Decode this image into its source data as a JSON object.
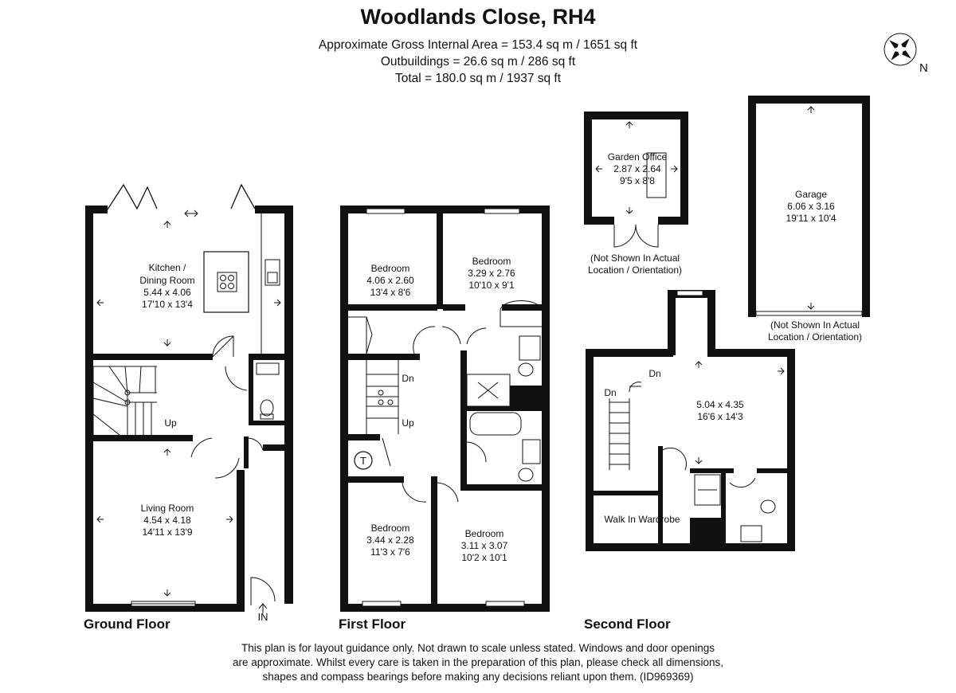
{
  "title": "Woodlands Close, RH4",
  "areas": [
    "Approximate Gross Internal Area = 153.4 sq m / 1651 sq ft",
    "Outbuildings = 26.6 sq m / 286 sq ft",
    "Total = 180.0 sq m / 1937 sq ft"
  ],
  "compass": {
    "label": "N",
    "icon": "compass-rose-icon"
  },
  "floors": {
    "ground": "Ground Floor",
    "first": "First Floor",
    "second": "Second Floor"
  },
  "rooms": {
    "kitchen": {
      "name1": "Kitchen /",
      "name2": "Dining Room",
      "metric": "5.44 x 4.06",
      "imperial": "17'10 x 13'4"
    },
    "living": {
      "name": "Living Room",
      "metric": "4.54 x 4.18",
      "imperial": "14'11 x 13'9"
    },
    "bed1": {
      "name": "Bedroom",
      "metric": "4.06 x 2.60",
      "imperial": "13'4 x 8'6"
    },
    "bed2": {
      "name": "Bedroom",
      "metric": "3.29 x 2.76",
      "imperial": "10'10 x 9'1"
    },
    "bed3": {
      "name": "Bedroom",
      "metric": "3.44 x 2.28",
      "imperial": "11'3 x 7'6"
    },
    "bed4": {
      "name": "Bedroom",
      "metric": "3.11 x 3.07",
      "imperial": "10'2 x 10'1"
    },
    "loft": {
      "metric": "5.04 x 4.35",
      "imperial": "16'6 x 14'3"
    },
    "wardrobe": {
      "name": "Walk In Wardrobe"
    },
    "garden_office": {
      "name": "Garden Office",
      "metric": "2.87 x 2.64",
      "imperial": "9'5 x 8'8"
    },
    "garage": {
      "name": "Garage",
      "metric": "6.06 x 3.16",
      "imperial": "19'11 x 10'4"
    }
  },
  "labels": {
    "up": "Up",
    "dn": "Dn",
    "in": "IN",
    "t": "T",
    "not_shown1": "(Not Shown In Actual",
    "not_shown2": "Location / Orientation)"
  },
  "disclaimer": [
    "This plan is for layout guidance only. Not drawn to scale unless stated. Windows and door openings",
    "are approximate. Whilst every care is taken in the preparation of this plan, please check all dimensions,",
    "shapes and compass bearings before making any decisions reliant upon them. (ID969369)"
  ]
}
